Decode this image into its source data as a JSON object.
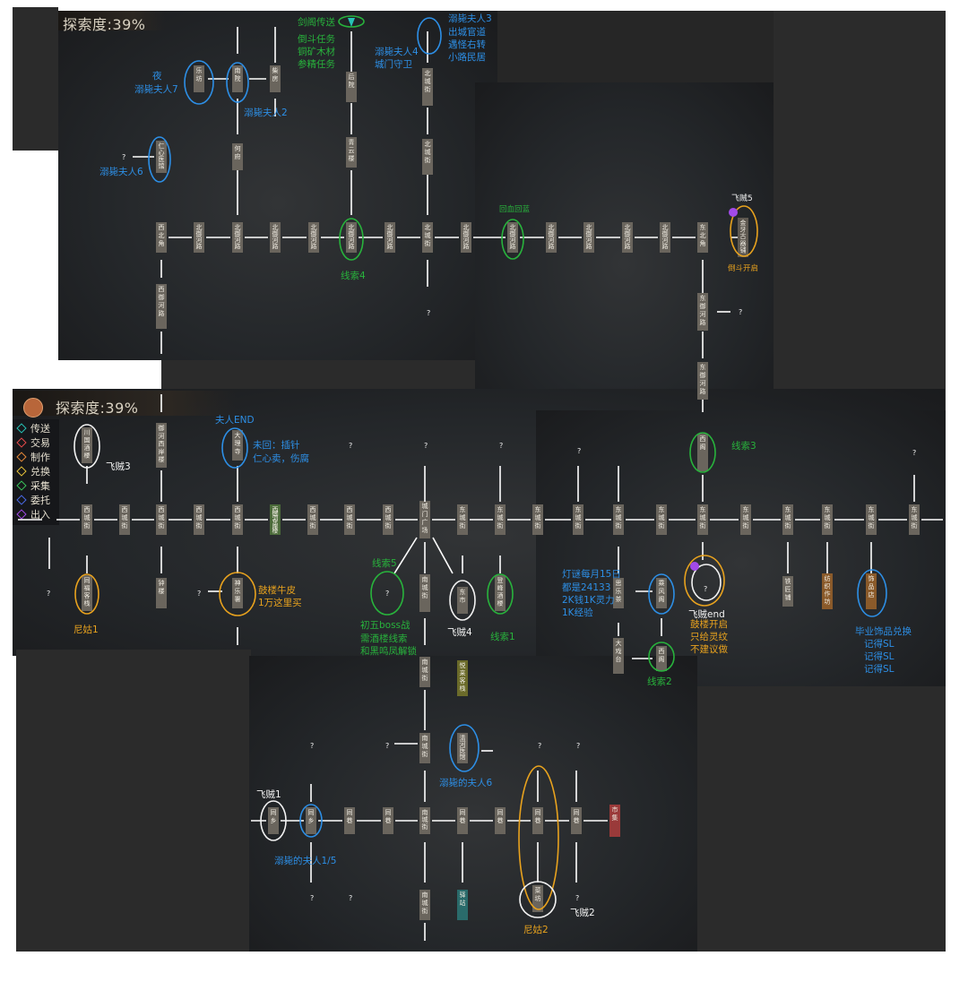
{
  "header": {
    "top": "探索度:39%",
    "mid": "探索度:39%"
  },
  "legend": [
    {
      "label": "传送",
      "color": "#27c3b6"
    },
    {
      "label": "交易",
      "color": "#e84b4b"
    },
    {
      "label": "制作",
      "color": "#e88a3a"
    },
    {
      "label": "兑换",
      "color": "#e8c23a"
    },
    {
      "label": "采集",
      "color": "#3ac25a"
    },
    {
      "label": "委托",
      "color": "#4a6ae8"
    },
    {
      "label": "出入",
      "color": "#a24ae8"
    }
  ],
  "streets": {
    "n_row": [
      "西北角",
      "北御河路",
      "北御河路",
      "北御河路",
      "北御河路",
      "北御河路",
      "北御河路",
      "北城街",
      "北御河路",
      "北御河路",
      "北御河路",
      "北御河路",
      "北御河路",
      "北御河路",
      "东北角"
    ],
    "n_col": [
      "乐坊",
      "南院",
      "柴房",
      "后院",
      "北城街",
      "仁心医馆",
      "何府",
      "青云楼",
      "北城街",
      "西御河路",
      "东御河路",
      "东御河路"
    ],
    "mid_row": [
      "西城街",
      "西城街",
      "西城街",
      "西城街",
      "西城街",
      "西城街",
      "西城街",
      "西城街",
      "西城街",
      "城门广场",
      "东城街",
      "东城街",
      "东城街",
      "东城街",
      "东城街",
      "东城街",
      "东城街",
      "东城街",
      "东城街",
      "东城街",
      "东城街"
    ],
    "mid_col": [
      "川国酒楼",
      "御河西岸楼",
      "大理寺",
      "西御河东岸楼",
      "同福客栈",
      "钟楼",
      "神乐署",
      "南城街",
      "东市",
      "登峰酒楼",
      "思乐茶",
      "大戏台",
      "乘风阁",
      "西阁",
      "铁匠铺",
      "纺织作坊",
      "饰品店"
    ],
    "s_row": [
      "同乡",
      "同乡",
      "同巷",
      "同巷",
      "南城街",
      "同巷",
      "同巷",
      "同巷",
      "同巷",
      "市集"
    ],
    "s_col": [
      "南城街",
      "悦来客栈",
      "南城街",
      "清河医馆",
      "南城街",
      "驿站",
      "菜坊"
    ]
  },
  "notes": {
    "jiange": "剑阁传送",
    "daodou": "倒斗任务",
    "tongkuang": "铜矿木材",
    "canjing": "参精任务",
    "niren3": "溺毙夫人3",
    "chucheng": "出城官道",
    "yuguai": "遇怪右转",
    "xiaolu": "小路民居",
    "niren4": "溺毙夫人4",
    "chengmen": "城门守卫",
    "ye": "夜",
    "niren7": "溺毙夫人7",
    "niren2": "溺毙夫人2",
    "niren6": "溺毙夫人6",
    "q1": "?",
    "feizei5": "飞贼5",
    "daodou_kq": "倒斗开启",
    "huixue": "回血回蓝",
    "xiansuo4": "线索4",
    "q2": "?",
    "q3": "?",
    "furen_end": "夫人END",
    "weihui": "未回：插针",
    "renxin": "仁心卖，伤腐",
    "feizei3": "飞贼3",
    "xiansuo3": "线索3",
    "q4": "?",
    "q5": "?",
    "q6": "?",
    "q7": "?",
    "xiansuo5": "线索5",
    "chuwu1": "初五boss战",
    "chuwu2": "需酒楼线索",
    "chuwu3": "和黑鸣凤解锁",
    "feizei4": "飞贼4",
    "xiansuo1": "线索1",
    "gulou": "鼓楼牛皮",
    "wanli": "1万这里买",
    "nigu1": "尼姑1",
    "q8": "?",
    "q9": "?",
    "dengmi1": "灯谜每月15日",
    "dengmi2": "都是24133",
    "dengmi3": "2K钱1K灵力",
    "dengmi4": "1K经验",
    "xiansuo2": "线索2",
    "feizei_end": "飞贼end",
    "gulou_kq": "鼓楼开启",
    "zhigei": "只给灵纹",
    "bujianyi": "不建议做",
    "biye": "毕业饰品兑换",
    "jide1": "记得SL",
    "jide2": "记得SL",
    "jide3": "记得SL",
    "niren_s6": "溺毙的夫人6",
    "feizei1": "飞贼1",
    "niren15": "溺毙的夫人1/5",
    "nigu2": "尼姑2",
    "feizei2": "飞贼2",
    "q10": "?",
    "q11": "?",
    "q12": "?",
    "q13": "?",
    "q14": "?",
    "q15": "?",
    "q16": "?"
  },
  "colors": {
    "blue": "#2d8fe6",
    "green": "#28b33c",
    "white": "#f2f2f2",
    "orange": "#e8a21e",
    "road": "#ffffff",
    "badge": "#6a655d"
  }
}
